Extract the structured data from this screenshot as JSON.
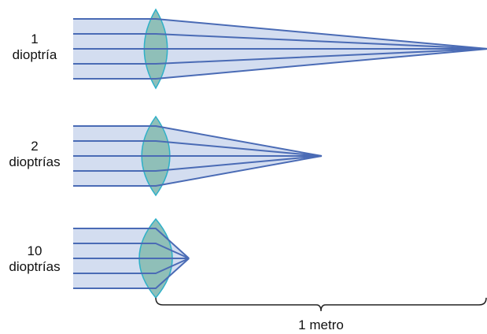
{
  "colors": {
    "ray": "#4a6bb5",
    "beam_fill": "#d3ddf0",
    "lens_fill": "#8fbfb8",
    "lens_edge": "#2fb0c8",
    "brace": "#222222"
  },
  "rows": [
    {
      "label_line1": "1",
      "label_line2": "dioptría",
      "power_diopters": 1
    },
    {
      "label_line1": "2",
      "label_line2": "dioptrías",
      "power_diopters": 2
    },
    {
      "label_line1": "10",
      "label_line2": "dioptrías",
      "power_diopters": 10
    }
  ],
  "scale_label": "1 metro"
}
